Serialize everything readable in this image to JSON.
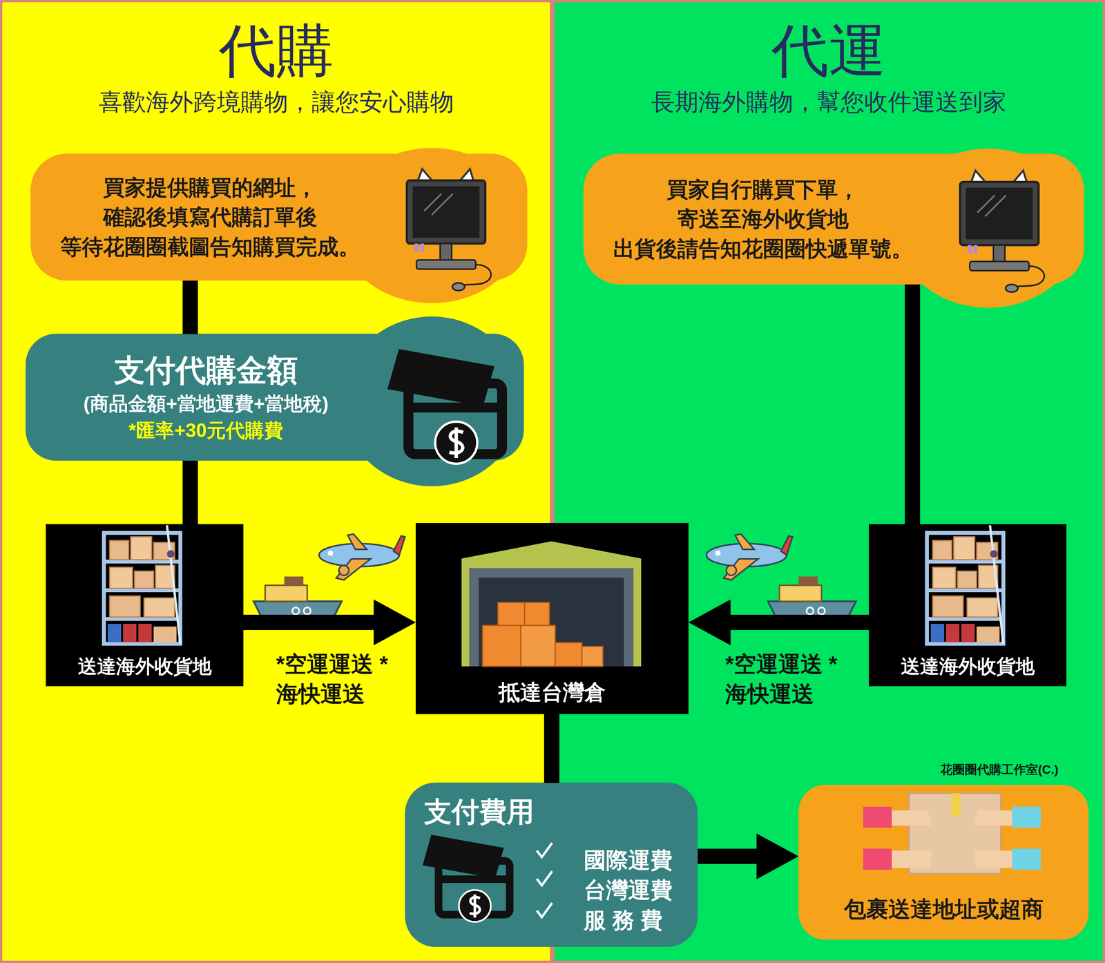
{
  "diagram": {
    "nodes": [
      {
        "text": [
          "代購",
          "喜歡海外跨境購物，讓您安心購物"
        ]
      },
      {
        "text": [
          "代運",
          "長期海外購物，幫您收件運送到家"
        ]
      },
      {
        "text": [
          "買家提供購買的網址， 確認後填寫代購訂單後 等待花圈圈截圖告知購買完成。"
        ],
        "in": 0
      },
      {
        "text": [
          "支付代購金額",
          "(商品金額+當地運費+當地稅)",
          "*匯率+30元代購費"
        ],
        "in": 0
      },
      {
        "text": [
          "送達海外收貨地"
        ],
        "in": 0
      },
      {
        "text": [
          "抵達台灣倉"
        ]
      },
      {
        "text": [
          "買家自行購買下單， 寄送至海外收貨地 出貨後請告知花圈圈快遞單號。"
        ],
        "in": 1
      },
      {
        "text": [
          "送達海外收貨地"
        ],
        "in": 1
      },
      {
        "text": [
          "支付費用",
          "國際運費",
          "台灣運費",
          "服 務 費"
        ]
      },
      {
        "text": [
          "包裹送達地址或超商"
        ],
        "in": 1
      }
    ],
    "edges": [
      {
        "from": 2,
        "to": 3,
        "arrow": "none"
      },
      {
        "from": 3,
        "to": 4,
        "arrow": "none"
      },
      {
        "from": 4,
        "to": 5,
        "arrow": "to",
        "label": "*空運運送 *海快運送"
      },
      {
        "from": 6,
        "to": 7,
        "arrow": "none"
      },
      {
        "from": 7,
        "to": 5,
        "arrow": "to",
        "label": "*空運運送 *海快運送"
      },
      {
        "from": 5,
        "to": 8,
        "arrow": "none"
      },
      {
        "from": 8,
        "to": 9,
        "arrow": "to"
      }
    ],
    "labels": [
      "花圈圈代購工作室(C.)"
    ]
  }
}
